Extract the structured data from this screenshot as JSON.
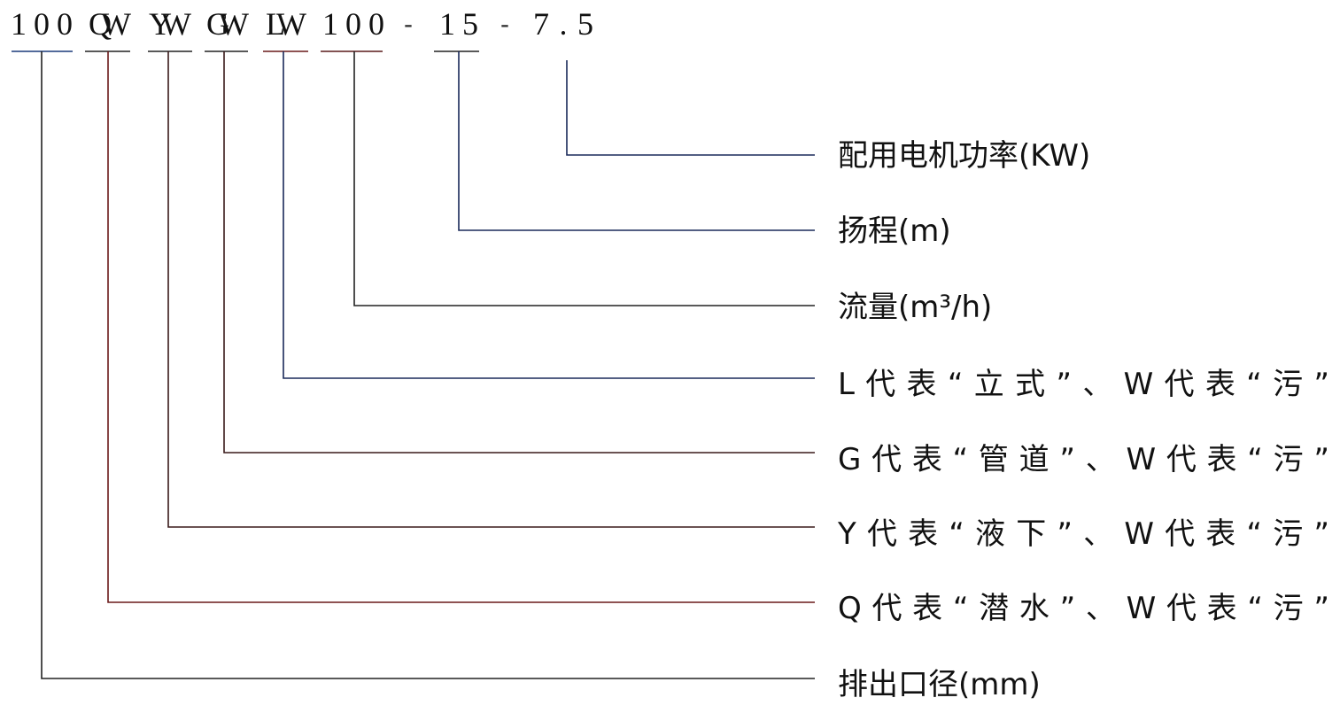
{
  "code_parts": [
    "100",
    "QW",
    "YW",
    "GW",
    "LW",
    "100",
    "15",
    "7.5"
  ],
  "separators": [
    "-",
    "-"
  ],
  "descriptions": [
    "配用电机功率(KW)",
    "扬程(m)",
    "流量(m³/h)",
    "L代表“立式”、W代表“污”",
    "G代表“管道”、W代表“污”",
    "Y代表“液下”、W代表“污”",
    "Q代表“潜水”、W代表“污”",
    "排出口径(mm)"
  ]
}
